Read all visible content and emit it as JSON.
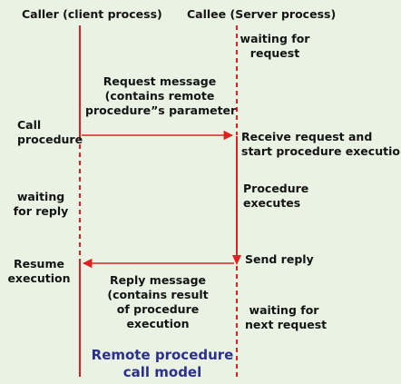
{
  "caller": {
    "heading": "Caller (client process)",
    "call_procedure": [
      "Call",
      "procedure"
    ],
    "waiting_for_reply": [
      "waiting",
      "for reply"
    ],
    "resume_execution": [
      "Resume",
      "execution"
    ]
  },
  "callee": {
    "heading": "Callee (Server process)",
    "waiting_for_request": [
      "waiting for",
      "request"
    ],
    "receive_request": [
      "Receive request and",
      "start procedure execution"
    ],
    "procedure_executes": [
      "Procedure",
      "executes"
    ],
    "send_reply": "Send reply",
    "waiting_for_next_request": [
      "waiting for",
      "next request"
    ]
  },
  "messages": {
    "request": [
      "Request message",
      "(contains remote",
      "procedure”s parameter"
    ],
    "reply": [
      "Reply message",
      "(contains result",
      "of procedure",
      "execution"
    ]
  },
  "caption": [
    "Remote procedure",
    "call model"
  ],
  "colors": {
    "background": "#eaf3e3",
    "line_red": "#e02020",
    "caption_blue": "#2b2f8e"
  }
}
